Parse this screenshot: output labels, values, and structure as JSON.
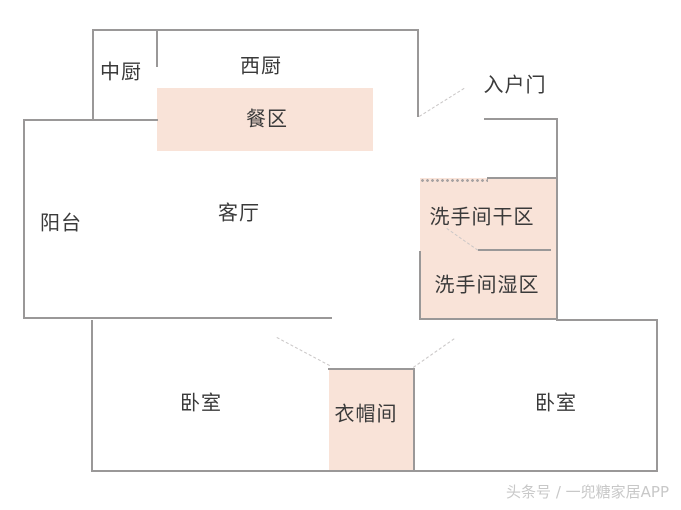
{
  "floorplan": {
    "rooms": {
      "chinese_kitchen": "中厨",
      "western_kitchen": "西厨",
      "dining_area": "餐区",
      "living_room": "客厅",
      "balcony": "阳台",
      "entrance_door": "入户门",
      "bathroom_dry": "洗手间干区",
      "bathroom_wet": "洗手间湿区",
      "bedroom_left": "卧室",
      "walk_in_closet": "衣帽间",
      "bedroom_right": "卧室"
    },
    "colors": {
      "wall": "#9a9898",
      "highlight_fill": "#f9e3d8",
      "text": "#3a3a3a"
    }
  },
  "watermark": "头条号 / 一兜糖家居APP"
}
